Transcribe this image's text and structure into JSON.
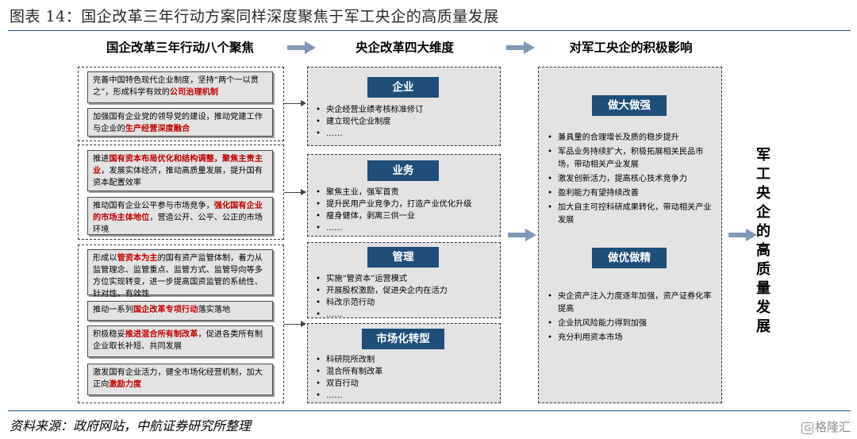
{
  "title": "图表 14：国企改革三年行动方案同样深度聚焦于军工央企的高质量发展",
  "source": "资料来源：政府网站，中航证券研究所整理",
  "watermark": {
    "box": "G",
    "text": "格隆汇"
  },
  "headers": {
    "left": "国企改革三年行动八个聚焦",
    "middle": "央企改革四大维度",
    "right": "对军工央企的积极影响"
  },
  "left_boxes": [
    {
      "pre": "完善中国特色现代企业制度，坚持“两个一以贯之”，形成科学有效的",
      "hl": "公司治理机制",
      "post": ""
    },
    {
      "pre": "加强国有企业党的领导党的建设，推动党建工作与企业的",
      "hl": "生产经营深度融合",
      "post": ""
    },
    {
      "pre": "推进",
      "hl": "国有资本布局优化和结构调整，聚焦主责主业",
      "post": "，发展实体经济，推动高质量发展，提升国有资本配置效率"
    },
    {
      "pre": "推动国有企业公平参与市场竞争，",
      "hl": "强化国有企业的市场主体地位",
      "post": "，营造公开、公平、公正的市场环境"
    },
    {
      "pre": "形成以",
      "hl": "管资本为主",
      "post": "的国有资产监管体制，着力从监管理念、监管重点、监管方式、监管导向等多方位实现转变，进一步提高国资监管的系统性、针对性、有效性"
    },
    {
      "pre": "推动一系列",
      "hl": "国企改革专项行动",
      "post": "落实落地"
    },
    {
      "pre": "积极稳妥",
      "hl": "推进混合所有制改革",
      "post": "，促进各类所有制企业取长补短、共同发展"
    },
    {
      "pre": "激发国有企业活力，健全市场化经营机制，加大正向",
      "hl": "激励力度",
      "post": ""
    }
  ],
  "middle_boxes": [
    {
      "label": "企业",
      "items": [
        "央企经营业绩考核标准修订",
        "建立现代企业制度",
        "……"
      ]
    },
    {
      "label": "业务",
      "items": [
        "聚焦主业，强军首责",
        "提升民用产业竞争力，打造产业优化升级",
        "瘦身健体，剥离三供一业",
        "……"
      ]
    },
    {
      "label": "管理",
      "items": [
        "实施“管资本”运营模式",
        "开展股权激励，促进央企内在活力",
        "科改示范行动",
        "……"
      ]
    },
    {
      "label": "市场化转型",
      "items": [
        "科研院所改制",
        "混合所有制改革",
        "双百行动",
        "……"
      ]
    }
  ],
  "right_sections": [
    {
      "label": "做大做强",
      "items": [
        "兼具量的合理增长及质的稳步提升",
        "军品业务持续扩大，积极拓展相关民品市场，带动相关产业发展",
        "激发创新活力，提高核心技术竞争力",
        "盈利能力有望持续改善",
        "加大自主可控科研成果转化，带动相关产业发展"
      ]
    },
    {
      "label": "做优做精",
      "items": [
        "央企资产注入力度逐年加强，资产证券化率提高",
        "企业抗风险能力得到加强",
        "充分利用资本市场"
      ]
    }
  ],
  "outcome": "军工央企的高质量发展"
}
